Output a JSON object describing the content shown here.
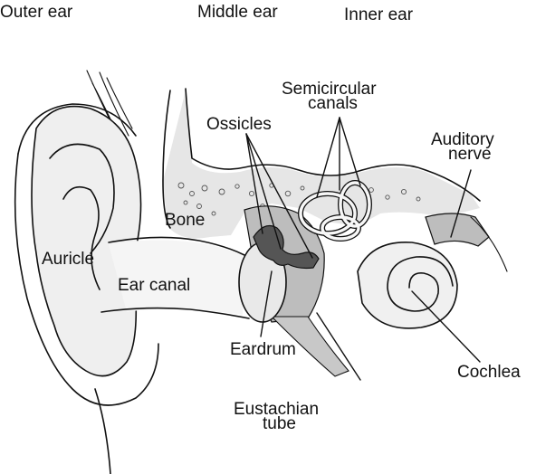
{
  "regions": {
    "outer": "Outer ear",
    "middle": "Middle ear",
    "inner": "Inner ear"
  },
  "labels": {
    "semicircular_1": "Semicircular",
    "semicircular_2": "canals",
    "ossicles": "Ossicles",
    "auditory_1": "Auditory",
    "auditory_2": "nerve",
    "bone": "Bone",
    "auricle": "Auricle",
    "ear_canal": "Ear canal",
    "eardrum": "Eardrum",
    "cochlea": "Cochlea",
    "eustachian_1": "Eustachian",
    "eustachian_2": "tube"
  },
  "colors": {
    "ink": "#111111",
    "shade_light": "#e3e3e3",
    "shade_mid": "#c4c4c4",
    "shade_dark": "#8a8a8a",
    "paper": "#ffffff"
  }
}
